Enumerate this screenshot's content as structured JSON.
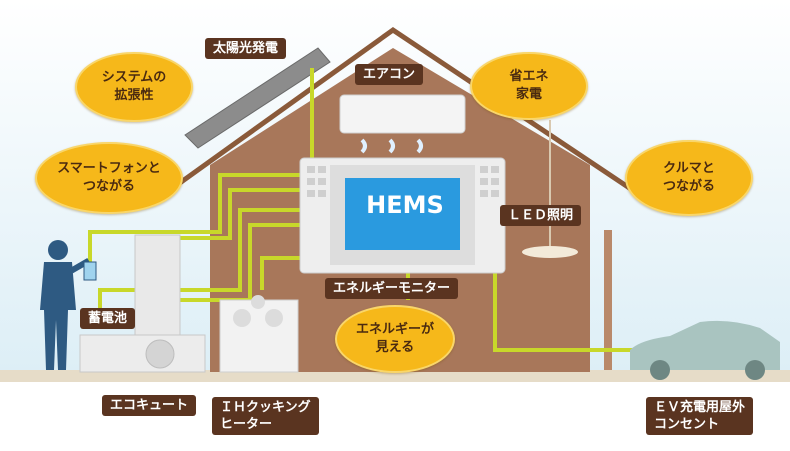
{
  "labels": {
    "solar": "太陽光発電",
    "aircon": "エアコン",
    "led": "ＬＥＤ照明",
    "monitor": "エネルギーモニター",
    "battery": "蓄電池",
    "ecocute": "エコキュート",
    "ih": "ＩＨクッキング\nヒーター",
    "ev": "ＥＶ充電用屋外\nコンセント"
  },
  "bubbles": {
    "expand": "システムの\n拡張性",
    "smartphone": "スマートフォンと\nつながる",
    "save": "省エネ\n家電",
    "car": "クルマと\nつながる",
    "visible": "エネルギーが\n見える"
  },
  "hems": "HEMS",
  "colors": {
    "house_wall": "#a8775a",
    "roof": "#8a5a3a",
    "line": "#c8d82a",
    "bubble": "#f6b81a",
    "label_bg": "#5a3420",
    "screen": "#2a9adf"
  }
}
